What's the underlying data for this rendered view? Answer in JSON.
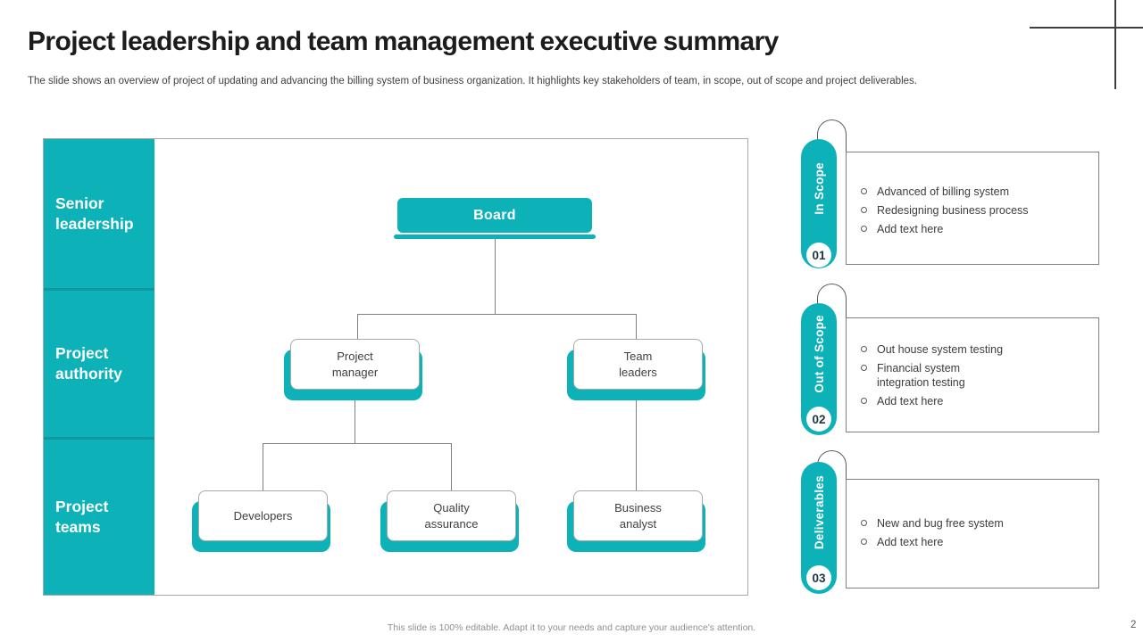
{
  "slide": {
    "title": "Project leadership and team management executive summary",
    "subtitle": "The slide shows an overview of project of updating and advancing the billing system of business organization. It highlights key stakeholders of team, in scope, out of scope and project deliverables.",
    "footer": "This slide is 100% editable. Adapt it to your needs and capture your audience's attention.",
    "page_number": "2"
  },
  "colors": {
    "accent_teal": "#0CB2B8",
    "accent_teal_dark": "#1097A0"
  },
  "org_chart": {
    "rows": [
      {
        "label": "Senior\nleadership"
      },
      {
        "label": "Project\nauthority"
      },
      {
        "label": "Project\nteams"
      }
    ],
    "nodes": {
      "board": "Board",
      "project_manager": "Project\nmanager",
      "team_leaders": "Team\nleaders",
      "developers": "Developers",
      "quality_assurance": "Quality\nassurance",
      "business_analyst": "Business\nanalyst"
    }
  },
  "panels": [
    {
      "tab": "In Scope",
      "number": "01",
      "bullets": [
        "Advanced of billing system",
        "Redesigning business process",
        "Add text here"
      ]
    },
    {
      "tab": "Out of Scope",
      "number": "02",
      "bullets": [
        "Out house system testing",
        "Financial system\nintegration testing",
        "Add text here"
      ]
    },
    {
      "tab": "Deliverables",
      "number": "03",
      "bullets": [
        "New and bug free system",
        "Add text here"
      ]
    }
  ]
}
